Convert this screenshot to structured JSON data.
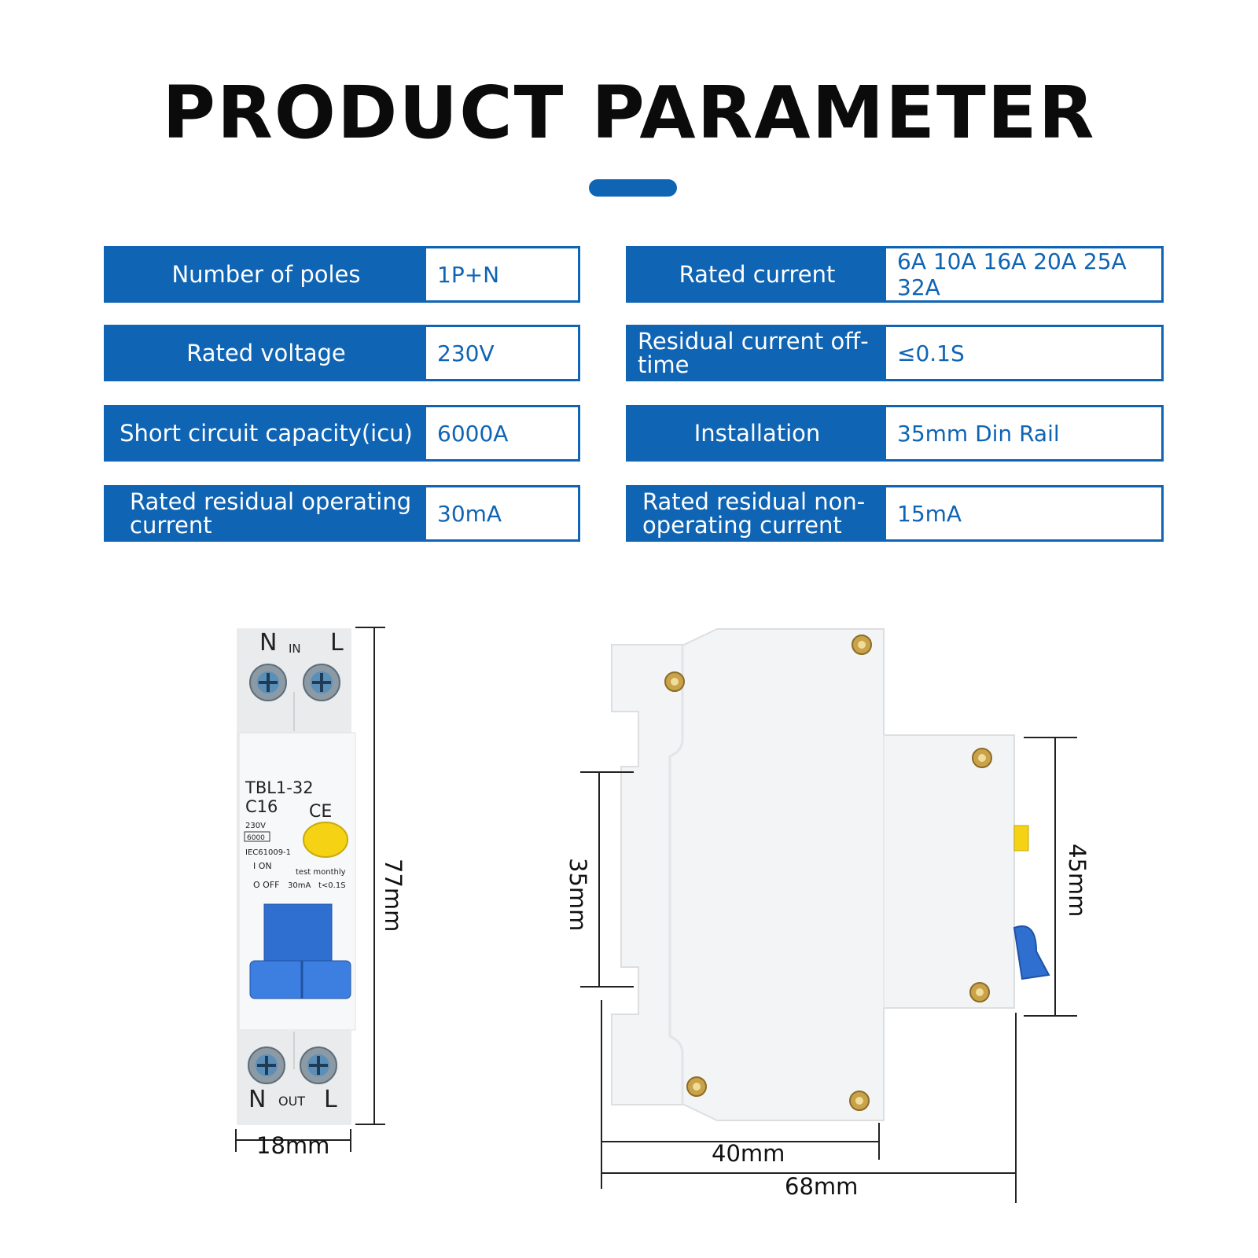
{
  "title": "PRODUCT PARAMETER",
  "colors": {
    "accent": "#0f64b4",
    "label_bg": "#0f64b4",
    "value_text": "#0f64b4"
  },
  "parameters_left": [
    {
      "label": "Number of poles",
      "value": "1P+N"
    },
    {
      "label": "Rated voltage",
      "value": "230V"
    },
    {
      "label": "Short circuit capacity(icu)",
      "value": "6000A"
    },
    {
      "label": "Rated residual  operating current",
      "value": "30mA"
    }
  ],
  "parameters_right": [
    {
      "label": "Rated current",
      "value": "6A 10A 16A 20A 25A 32A"
    },
    {
      "label": "Residual current off-time",
      "value": "≤0.1S"
    },
    {
      "label": "Installation",
      "value": "35mm Din Rail"
    },
    {
      "label": "Rated residual non-operating current",
      "value": "15mA"
    }
  ],
  "device_front": {
    "top_left": "N",
    "top_mid": "IN",
    "top_right": "L",
    "model": "TBL1-32",
    "rating": "C16",
    "ce": "CE",
    "voltage": "230V",
    "capacity": "6000",
    "standard": "IEC61009-1",
    "on": "I ON",
    "off": "O OFF",
    "test": "test monthly",
    "ma": "30mA",
    "time": "t<0.1S",
    "bottom_left": "N",
    "bottom_mid": "OUT",
    "bottom_right": "L"
  },
  "dimensions": {
    "front_height": "77mm",
    "front_width": "18mm",
    "side_rail": "35mm",
    "side_height": "45mm",
    "side_width_inner": "40mm",
    "side_width_total": "68mm"
  }
}
